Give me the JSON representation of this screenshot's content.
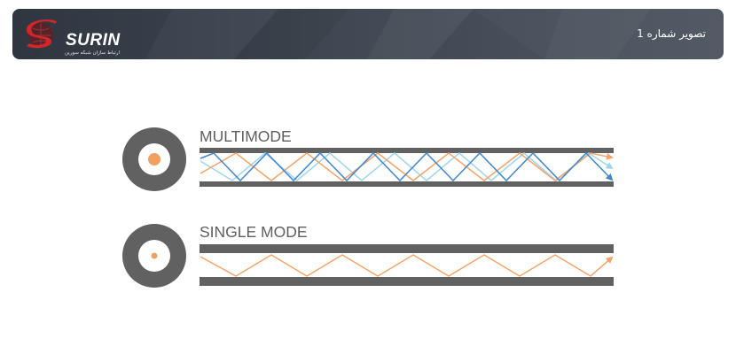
{
  "header": {
    "brand": "SURIN",
    "tagline": "ارتباط سازان شبکه سورین",
    "title": "تصویر شماره 1"
  },
  "diagram": {
    "multimode_label": "MULTIMODE",
    "singlemode_label": "SINGLE MODE"
  },
  "colors": {
    "cladding": "#616161",
    "core": "#f2a05e",
    "ray_orange": "#f4a46a",
    "ray_blue": "#3f86d0",
    "ray_light_blue": "#9fd6ee",
    "brand_red": "#d3252a"
  }
}
